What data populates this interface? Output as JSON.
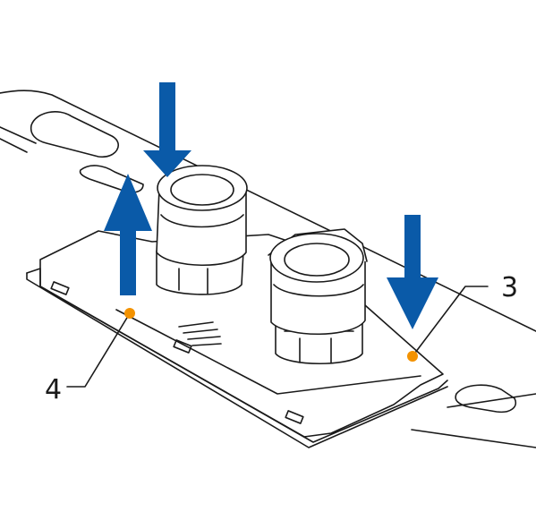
{
  "labels": {
    "callout_3": "3",
    "callout_4": "4"
  },
  "colors": {
    "arrow": "#0a5aa8",
    "marker": "#f39200",
    "line": "#1a1a1a",
    "background": "#ffffff"
  },
  "arrows": [
    {
      "name": "press-down-arrow-left",
      "direction": "down"
    },
    {
      "name": "lift-up-arrow",
      "direction": "up"
    },
    {
      "name": "press-down-arrow-right",
      "direction": "down"
    }
  ]
}
